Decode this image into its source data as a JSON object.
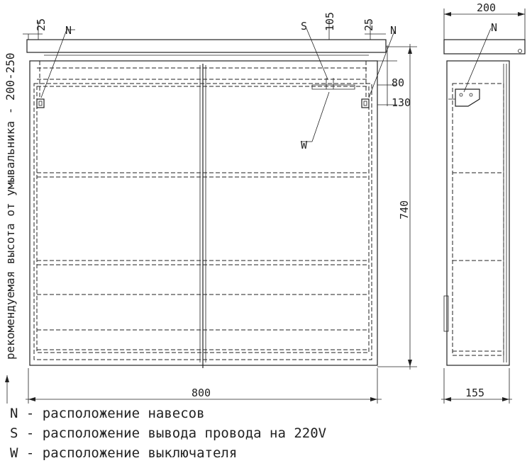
{
  "front": {
    "width": "800",
    "height": "740",
    "dim_25_left": "25",
    "dim_25_right": "25",
    "dim_105": "105",
    "dim_80": "80",
    "dim_130": "130",
    "label_n_left": "N",
    "label_n_right": "N",
    "label_s": "S",
    "label_w": "W"
  },
  "side": {
    "depth_top": "200",
    "depth_bottom": "155",
    "label_n": "N"
  },
  "vertical_note": "рекомендуемая высота от умывальника - 200-250",
  "legend": [
    {
      "key": "N",
      "text": "N - расположение навесов"
    },
    {
      "key": "S",
      "text": "S - расположение вывода провода на 220V"
    },
    {
      "key": "W",
      "text": "W - расположение выключателя"
    }
  ]
}
